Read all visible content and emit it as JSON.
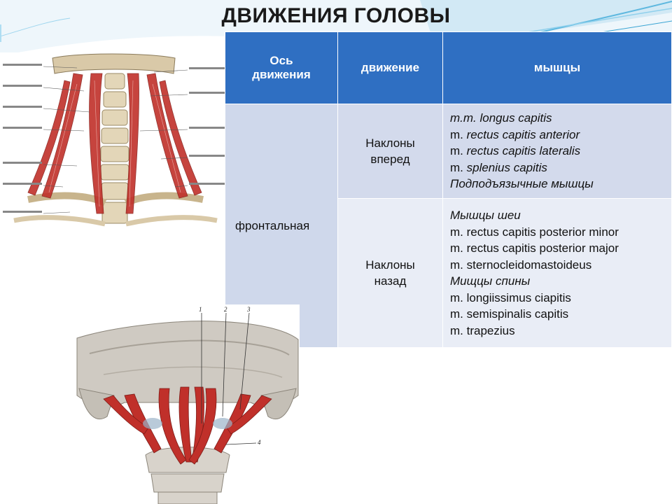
{
  "title": "ДВИЖЕНИЯ  ГОЛОВЫ",
  "table": {
    "headers": {
      "axis_line1": "Ось",
      "axis_line2": "движения",
      "movement": "движение",
      "muscles": "мышцы"
    },
    "axis": "фронтальная",
    "rows": [
      {
        "movement_line1": "Наклоны",
        "movement_line2": "вперед",
        "muscles": [
          {
            "text": "m.m. longus capitis"
          },
          {
            "prefix": "m. ",
            "text": "rectus capitis anterior"
          },
          {
            "prefix": "m. ",
            "text": "rectus capitis lateralis"
          },
          {
            "prefix": "m. ",
            "text": "splenius capitis"
          },
          {
            "text": "Подподъязычные мышцы"
          }
        ]
      },
      {
        "movement_line1": "Наклоны",
        "movement_line2": "назад",
        "muscles": [
          {
            "text": "Мышцы шеи"
          },
          {
            "text": "m. rectus capitis posterior minor"
          },
          {
            "text": "m. rectus capitis posterior major"
          },
          {
            "text": "m. sternocleidomastoideus"
          },
          {
            "text": "Мищцы спины"
          },
          {
            "text": "m. longiissimus ciapitis"
          },
          {
            "text": "m. semispinalis capitis"
          },
          {
            "text": "m. trapezius"
          }
        ]
      }
    ]
  },
  "figures": {
    "bottom_labels": [
      "1",
      "2",
      "3",
      "4"
    ]
  },
  "colors": {
    "header_blue": "#2f6fc2",
    "row_dark": "#d3daec",
    "row_light": "#e9edf6",
    "muscle_red": "#c0302a"
  }
}
